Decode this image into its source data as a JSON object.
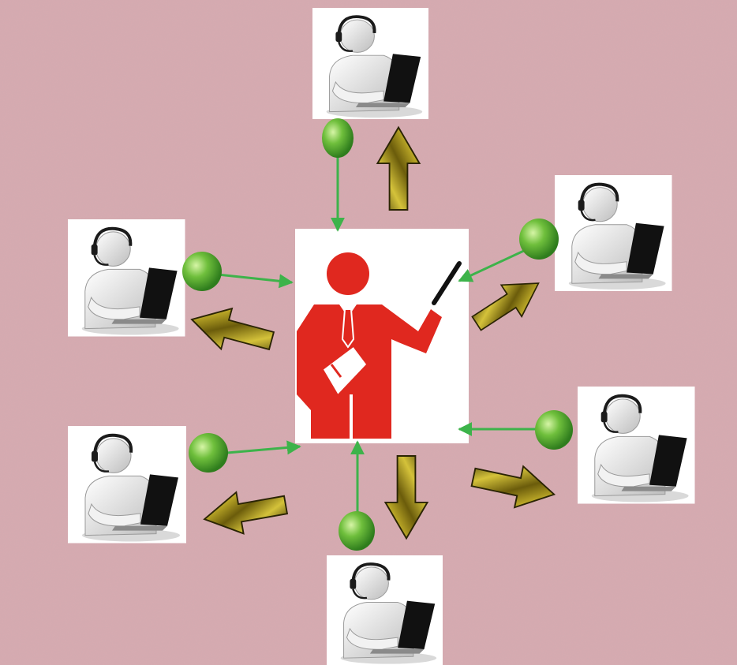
{
  "diagram": {
    "center_node": {
      "icon": "presenter-with-pointer-icon"
    },
    "peer_nodes": [
      {
        "id": "top",
        "icon": "headset-user-laptop-icon"
      },
      {
        "id": "right-upper",
        "icon": "headset-user-laptop-icon"
      },
      {
        "id": "left-upper",
        "icon": "headset-user-laptop-icon"
      },
      {
        "id": "right-lower",
        "icon": "headset-user-laptop-icon"
      },
      {
        "id": "left-lower",
        "icon": "headset-user-laptop-icon"
      },
      {
        "id": "bottom",
        "icon": "headset-user-laptop-icon"
      }
    ],
    "connections": [
      {
        "peer": "top",
        "to_center": "green-ball-arrow",
        "from_center": "gold-arrow"
      },
      {
        "peer": "right-upper",
        "to_center": "green-ball-arrow",
        "from_center": "gold-arrow"
      },
      {
        "peer": "left-upper",
        "to_center": "green-ball-arrow",
        "from_center": "gold-arrow"
      },
      {
        "peer": "right-lower",
        "to_center": "green-ball-arrow",
        "from_center": "gold-arrow"
      },
      {
        "peer": "left-lower",
        "to_center": "green-ball-arrow",
        "from_center": "gold-arrow"
      },
      {
        "peer": "bottom",
        "to_center": "green-ball-arrow",
        "from_center": "gold-arrow"
      }
    ]
  },
  "colors": {
    "background": "#d8aab0",
    "presenter": "#e0281f",
    "green_arrow": "#3db34a",
    "green_ball": "#6fbf3c",
    "gold_arrow": "#8c7a12",
    "user_figure": "#e8e8e8"
  }
}
